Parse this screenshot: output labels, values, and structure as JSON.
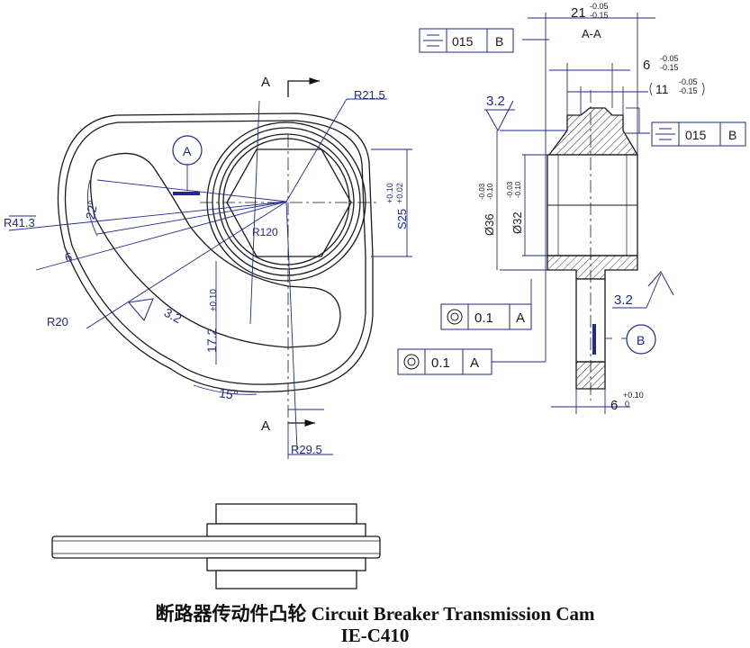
{
  "title_line1": "断路器传动件凸轮 Circuit Breaker Transmission Cam",
  "title_line2": "IE-C410",
  "section_labels": {
    "a_top": "A",
    "a_bottom": "A",
    "section": "A-A"
  },
  "detail_bubbles": {
    "a": "A",
    "b": "B"
  },
  "front_view_dims": {
    "r215": "R21.5",
    "r413": "R41.3",
    "r120": "R120",
    "r20": "R20",
    "r295": "R29.5",
    "angle22": "22°",
    "angle15": "15°",
    "six": "6",
    "rough32": "3.2",
    "d172": "17.2",
    "d172_tol": "±0.10",
    "s25": "S25",
    "s25_tol_up": "+0.10",
    "s25_tol_lo": "+0.02"
  },
  "section_dims": {
    "d21": "21",
    "d21_up": "-0.05",
    "d21_lo": "-0.15",
    "d6": "6",
    "d6_up": "-0.05",
    "d6_lo": "-0.15",
    "d11": "11",
    "d11_up": "-0.05",
    "d11_lo": "-0.15",
    "dia36": "Ø36",
    "dia36_up": "-0.03",
    "dia36_lo": "-0.10",
    "dia32": "Ø32",
    "dia32_up": "-0.03",
    "dia32_lo": "-0.10",
    "rough_top": "3.2",
    "rough_bottom": "3.2",
    "d6b": "6",
    "d6b_up": "+0.10",
    "d6b_lo": "0"
  },
  "gdt": {
    "sym_flat": {
      "value": "015",
      "datum": "B"
    },
    "sym_flat2": {
      "value": "015",
      "datum": "B"
    },
    "conc1": {
      "value": "0.1",
      "datum": "A"
    },
    "conc2": {
      "value": "0.1",
      "datum": "A"
    }
  },
  "colors": {
    "line": "#1a1a1a",
    "dim": "#1f2a8f",
    "hatch": "#333333"
  }
}
